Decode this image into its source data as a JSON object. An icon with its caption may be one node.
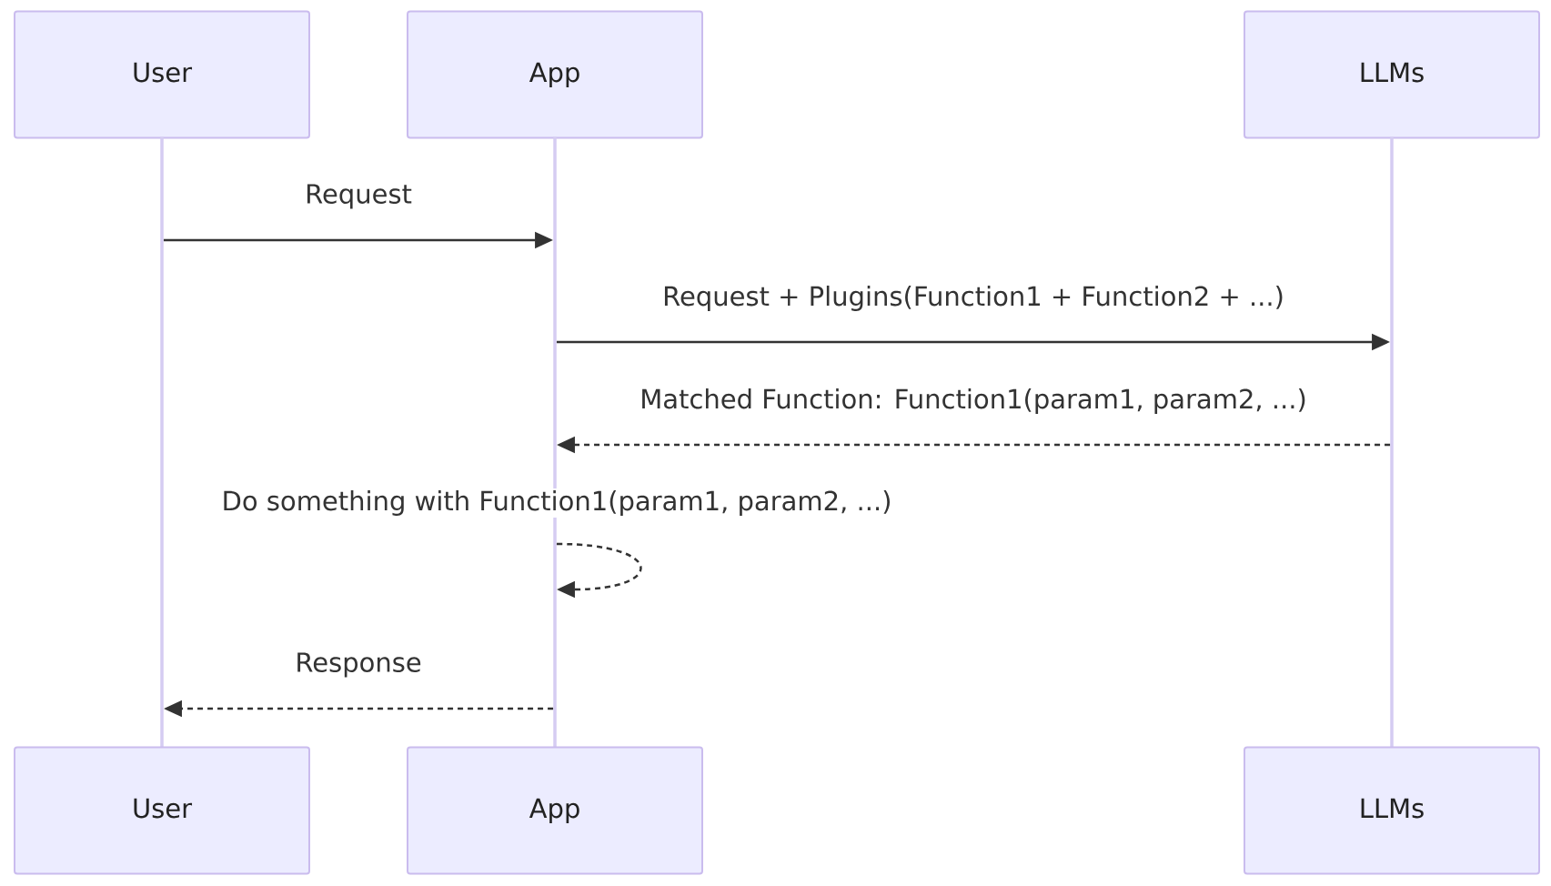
{
  "diagram": {
    "nodes": [
      {
        "text": [
          "User"
        ]
      },
      {
        "text": [
          "App"
        ]
      },
      {
        "text": [
          "LLMs"
        ]
      },
      {
        "text": [],
        "shape": "bar"
      },
      {
        "text": [],
        "shape": "bar"
      },
      {
        "text": [],
        "shape": "bar"
      },
      {
        "text": [
          "User"
        ]
      },
      {
        "text": [
          "App"
        ]
      },
      {
        "text": [
          "LLMs"
        ]
      }
    ],
    "edges": [
      {
        "from": 3,
        "to": 4,
        "arrow": "to",
        "label": "Request"
      },
      {
        "from": 4,
        "to": 5,
        "arrow": "to",
        "label": "Request + Plugins(Function1 + Function2 + ...)"
      },
      {
        "from": 5,
        "to": 4,
        "arrow": "to",
        "style": "dashed",
        "label": "Matched Function: Function1(param1, param2, ...)"
      },
      {
        "from": 4,
        "to": 4,
        "arrow": "to",
        "style": "dashed",
        "label": "Do something with Function1(param1, param2, ...)"
      },
      {
        "from": 4,
        "to": 3,
        "arrow": "to",
        "style": "dashed",
        "label": "Response"
      }
    ]
  }
}
